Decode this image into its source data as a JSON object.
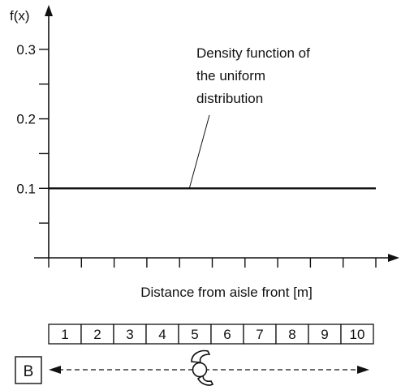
{
  "chart_data": {
    "type": "line",
    "ylabel": "f(x)",
    "xlabel": "Distance from aisle front [m]",
    "yticks": [
      {
        "value": 0.05,
        "label": ""
      },
      {
        "value": 0.1,
        "label": "0.1"
      },
      {
        "value": 0.15,
        "label": ""
      },
      {
        "value": 0.2,
        "label": "0.2"
      },
      {
        "value": 0.25,
        "label": ""
      },
      {
        "value": 0.3,
        "label": "0.3"
      }
    ],
    "ylim": [
      0,
      0.35
    ],
    "xlim": [
      0,
      10
    ],
    "xticks": [
      0,
      1,
      2,
      3,
      4,
      5,
      6,
      7,
      8,
      9,
      10
    ],
    "series": [
      {
        "x": [
          0,
          10
        ],
        "y": [
          0.1,
          0.1
        ]
      }
    ],
    "annotation": {
      "lines": [
        "Density function of",
        "the uniform",
        "distribution"
      ],
      "points_to": {
        "x": 4.3,
        "y": 0.1
      }
    },
    "grid": false
  },
  "aisle": {
    "positions": [
      "1",
      "2",
      "3",
      "4",
      "5",
      "6",
      "7",
      "8",
      "9",
      "10"
    ],
    "box_label": "B",
    "picker_icon": "order-picker-icon"
  }
}
